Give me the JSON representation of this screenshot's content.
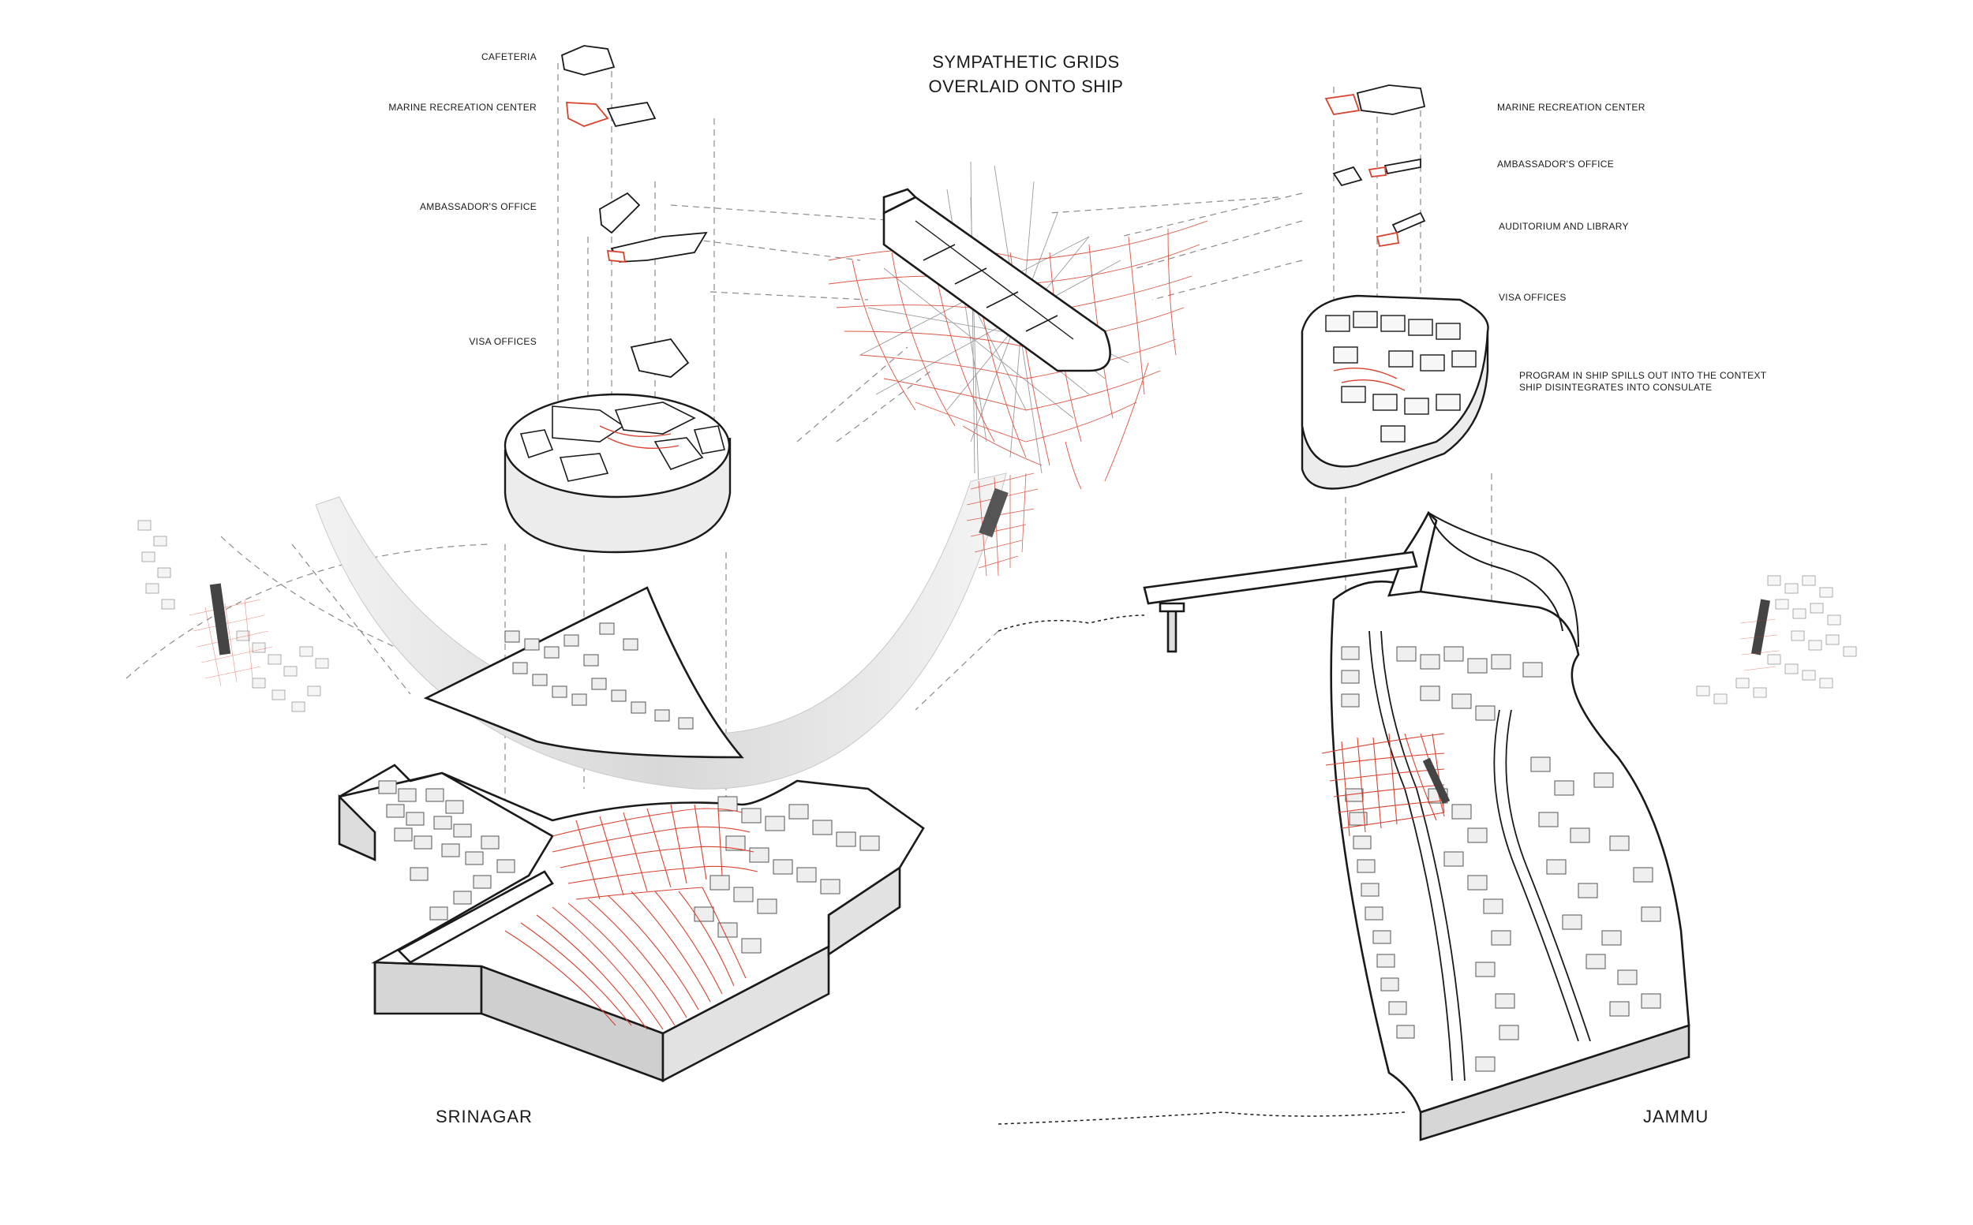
{
  "title": {
    "line1": "SYMPATHETIC GRIDS",
    "line2": "OVERLAID ONTO SHIP"
  },
  "srinagar": {
    "name": "SRINAGAR",
    "labels": {
      "cafeteria": "CAFETERIA",
      "marine": "MARINE RECREATION CENTER",
      "ambassador": "AMBASSADOR'S OFFICE",
      "visa": "VISA OFFICES"
    }
  },
  "jammu": {
    "name": "JAMMU",
    "labels": {
      "marine": "MARINE RECREATION CENTER",
      "ambassador": "AMBASSADOR'S OFFICE",
      "auditorium": "AUDITORIUM AND LIBRARY",
      "visa": "VISA OFFICES",
      "program_line1": "PROGRAM IN SHIP SPILLS OUT INTO THE CONTEXT",
      "program_line2": "SHIP DISINTEGRATES INTO CONSULATE"
    }
  },
  "colors": {
    "ink": "#1a1a1a",
    "grid_red": "#d9412e",
    "guide_gray": "#8a8a8a",
    "shadow_gray": "#e6e6e6"
  }
}
